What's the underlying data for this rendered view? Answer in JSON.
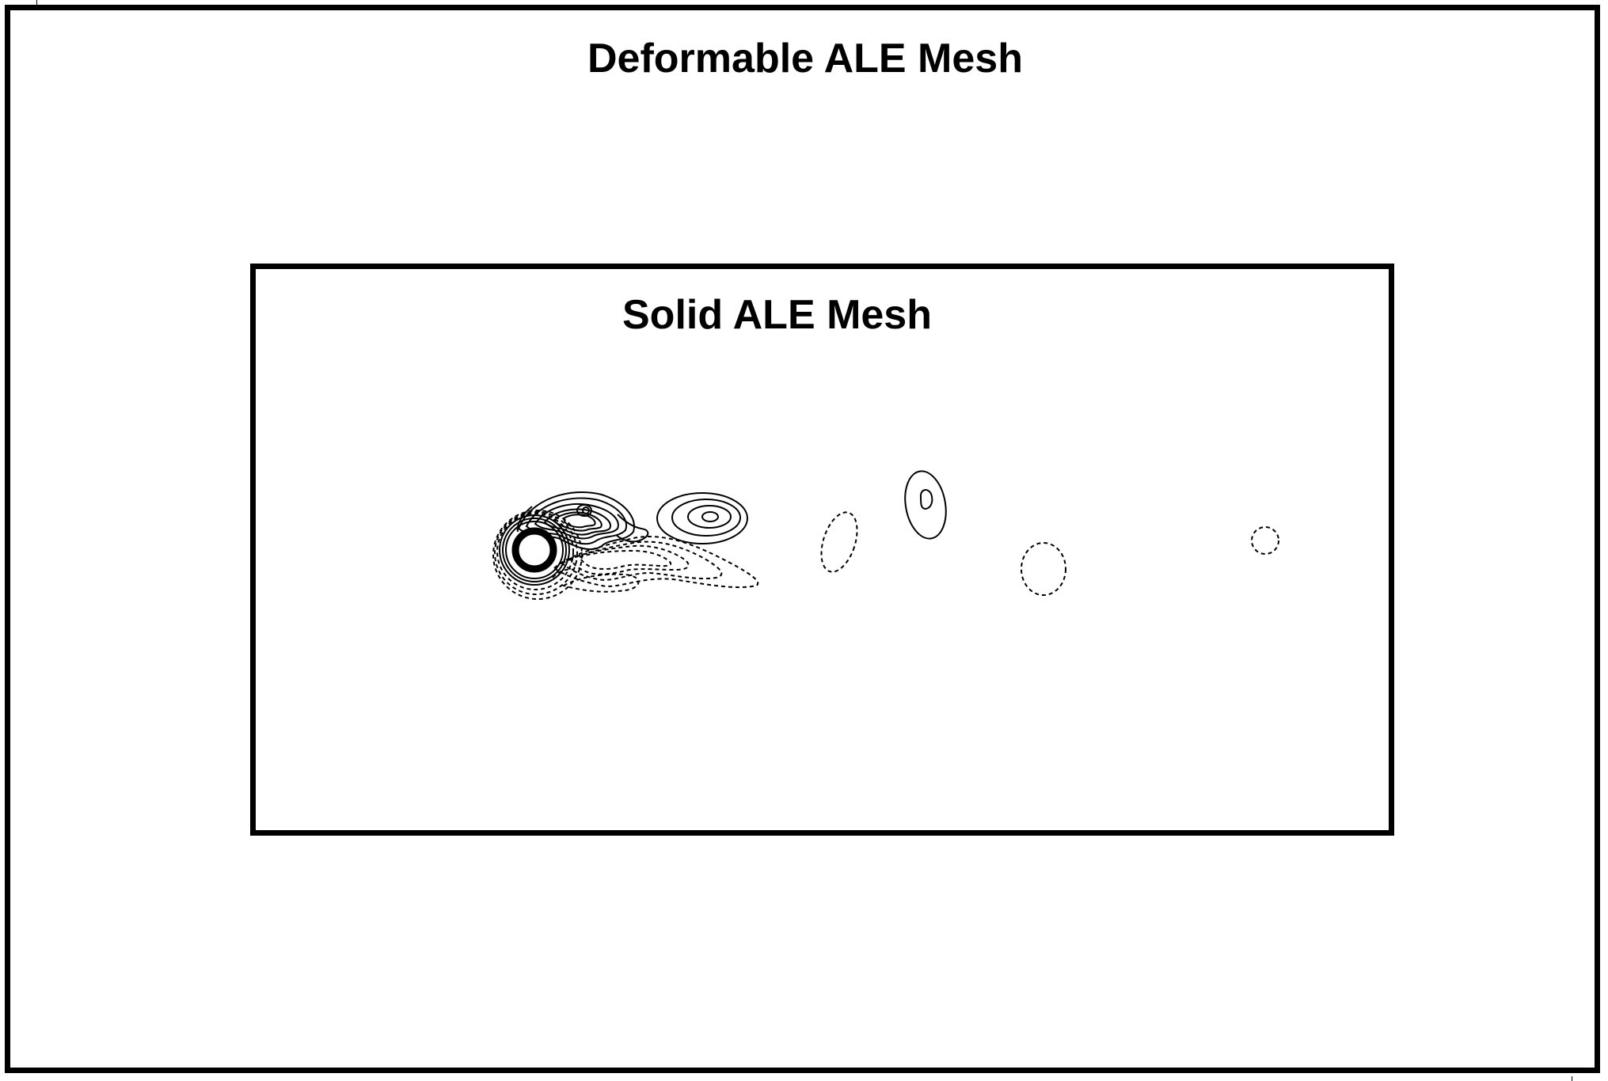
{
  "diagram": {
    "outer_region": {
      "label": "Deformable ALE Mesh"
    },
    "inner_region": {
      "label": "Solid ALE Mesh"
    },
    "contour_styles": {
      "positive": "solid",
      "negative": "dashed"
    },
    "colors": {
      "ink": "#000000",
      "background": "#ffffff"
    }
  }
}
